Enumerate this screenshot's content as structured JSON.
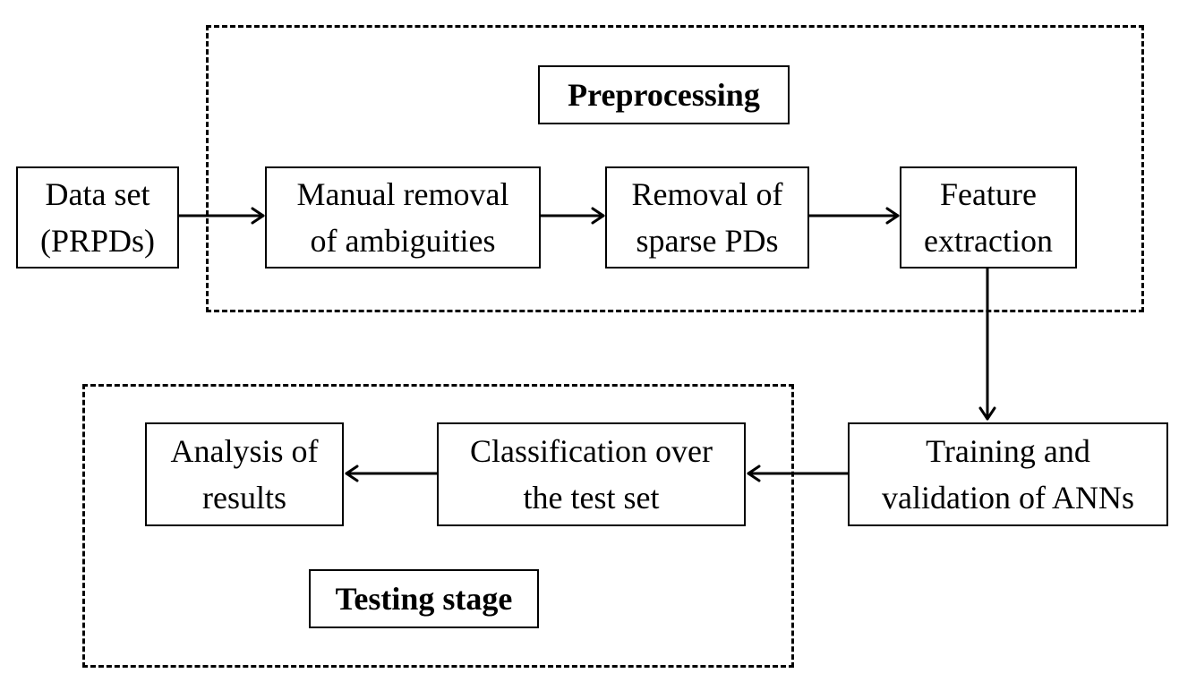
{
  "groups": {
    "preprocessing": {
      "title": "Preprocessing"
    },
    "testing": {
      "title": "Testing stage"
    }
  },
  "nodes": {
    "data_set": "Data set\n(PRPDs)",
    "manual_removal": "Manual removal\nof ambiguities",
    "removal_sparse": "Removal of\nsparse PDs",
    "feature_extraction": "Feature\nextraction",
    "training": "Training and\nvalidation of ANNs",
    "classification": "Classification over\nthe test set",
    "analysis": "Analysis of\nresults"
  }
}
